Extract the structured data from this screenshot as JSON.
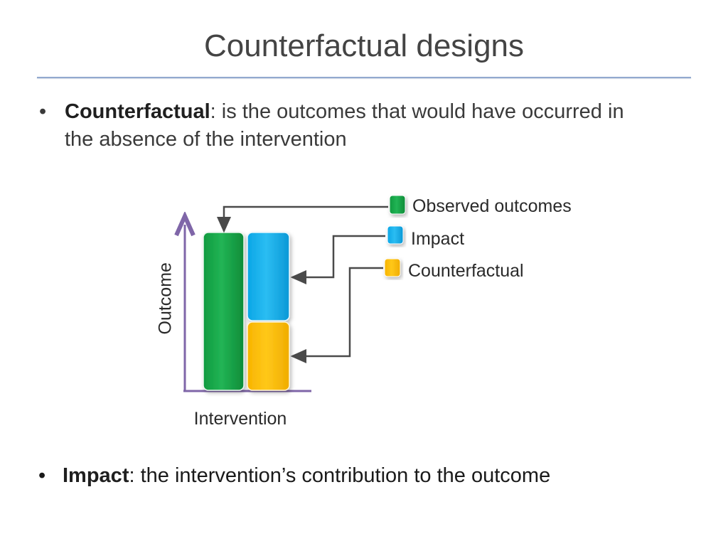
{
  "slide": {
    "title": "Counterfactual designs"
  },
  "bullets": [
    {
      "term": "Counterfactual",
      "text": ": is the outcomes that would have occurred in the absence of the intervention"
    },
    {
      "term": "Impact",
      "text": ": the intervention’s contribution to the outcome"
    }
  ],
  "diagram": {
    "y_axis_label": "Outcome",
    "x_axis_label": "Intervention",
    "legend": [
      {
        "label": "Observed outcomes",
        "color": "#1aaa4b"
      },
      {
        "label": "Impact",
        "color": "#1db4ee"
      },
      {
        "label": "Counterfactual",
        "color": "#fec20e"
      }
    ],
    "colors": {
      "axis": "#7f66a8",
      "connector": "#4a4a4a"
    }
  }
}
